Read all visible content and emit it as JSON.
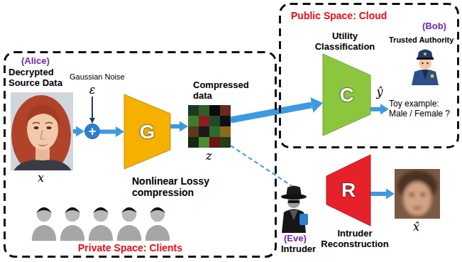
{
  "diagram": {
    "nodes": [
      {
        "text": [
          "Private Space: Clients"
        ]
      },
      {
        "text": [
          "(Alice)",
          "Decrypted Source Data",
          "x"
        ],
        "in": 0
      },
      {
        "text": [
          "Gaussian Noise",
          "ε"
        ],
        "in": 0
      },
      {
        "text": [
          "+"
        ],
        "in": 0
      },
      {
        "text": [
          "G",
          "Nonlinear Lossy compression"
        ],
        "in": 0
      },
      {
        "text": [
          "Compressed data",
          "z"
        ],
        "in": 0
      },
      {
        "text": [
          "Public Space: Cloud"
        ]
      },
      {
        "text": [
          "Utility Classification",
          "C"
        ],
        "in": 6
      },
      {
        "text": [
          "(Bob)",
          "Trusted Authority"
        ],
        "in": 6
      },
      {
        "text": [
          "Toy example: Male / Female ?"
        ],
        "in": 6
      },
      {
        "text": [
          "R",
          "Intruder Reconstruction"
        ]
      },
      {
        "text": [
          "x̂"
        ]
      },
      {
        "text": [
          "(Eve)",
          "Intruder"
        ]
      }
    ],
    "edges": [
      {
        "from": 1,
        "to": 3,
        "arrow": "to"
      },
      {
        "from": 2,
        "to": 3,
        "arrow": "to"
      },
      {
        "from": 3,
        "to": 4,
        "arrow": "to"
      },
      {
        "from": 4,
        "to": 5,
        "arrow": "to"
      },
      {
        "from": 5,
        "to": 7,
        "arrow": "to"
      },
      {
        "from": 7,
        "to": 9,
        "arrow": "to",
        "label": "ŷ"
      },
      {
        "from": 5,
        "to": 12,
        "arrow": "none"
      },
      {
        "from": 10,
        "to": 11,
        "arrow": "to"
      }
    ]
  }
}
